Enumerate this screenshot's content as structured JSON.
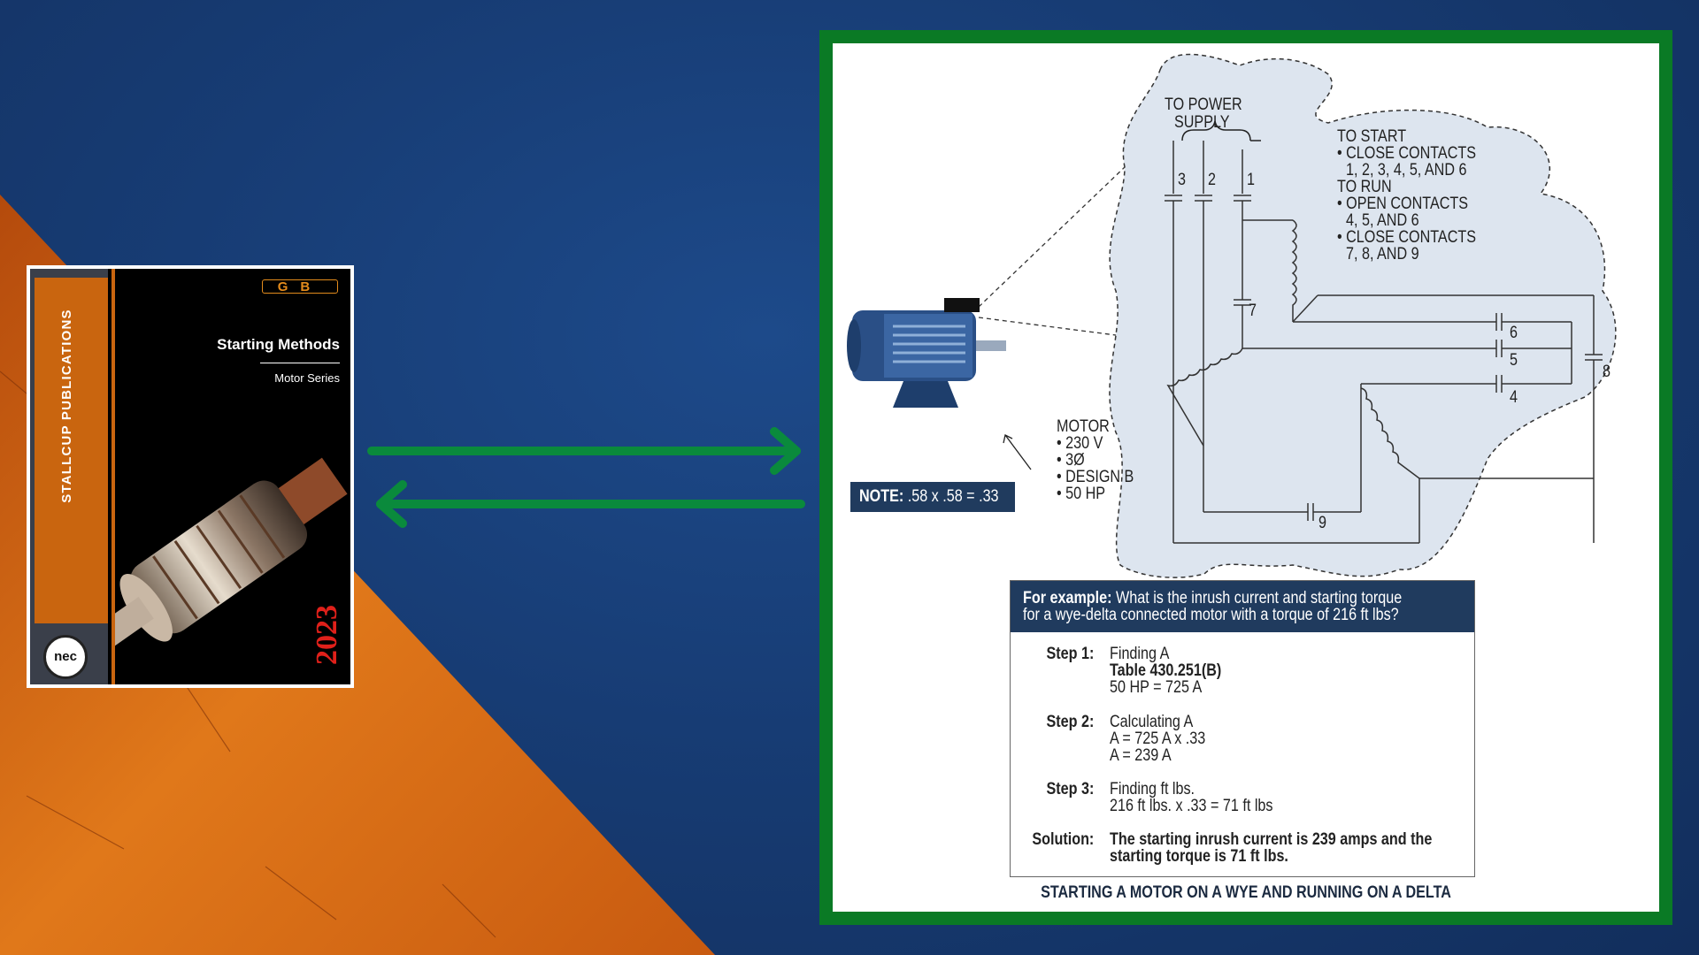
{
  "book": {
    "logo": "GB",
    "publisher": "STALLCUP PUBLICATIONS",
    "title": "Starting Methods",
    "subtitle": "Motor Series",
    "year": "2023",
    "badge": "nec"
  },
  "arrows": {
    "color": "#0a8a3c"
  },
  "diagram": {
    "power_label_1": "TO POWER",
    "power_label_2": "SUPPLY",
    "lines": [
      "3",
      "2",
      "1"
    ],
    "contacts": [
      "7",
      "6",
      "5",
      "4",
      "8",
      "9"
    ],
    "instructions": [
      "TO START",
      "• CLOSE CONTACTS",
      "1, 2, 3, 4, 5, AND 6",
      "TO RUN",
      "• OPEN CONTACTS",
      "4, 5, AND 6",
      "• CLOSE CONTACTS",
      "7, 8, AND 9"
    ],
    "motor_specs": [
      "MOTOR",
      "• 230 V",
      "• 3Ø",
      "• DESIGN B",
      "• 50 HP"
    ],
    "note_label": "NOTE:",
    "note_value": ".58 x .58 = .33",
    "example": {
      "lead": "For example:",
      "question_1": "What is the inrush current and starting torque",
      "question_2": "for a wye-delta connected motor with a torque of 216 ft lbs?",
      "steps": [
        {
          "label": "Step 1:",
          "lines": [
            "Finding A",
            "Table 430.251(B)",
            "50 HP = 725 A"
          ]
        },
        {
          "label": "Step 2:",
          "lines": [
            "Calculating A",
            "A = 725 A x .33",
            "A = 239 A"
          ]
        },
        {
          "label": "Step 3:",
          "lines": [
            "Finding ft lbs.",
            "216 ft lbs. x .33 = 71 ft lbs"
          ]
        },
        {
          "label": "Solution:",
          "lines": [
            "The starting inrush current is 239 amps and the",
            "starting torque is 71 ft lbs."
          ]
        }
      ]
    },
    "caption": "STARTING A MOTOR ON A WYE AND RUNNING ON A DELTA"
  }
}
